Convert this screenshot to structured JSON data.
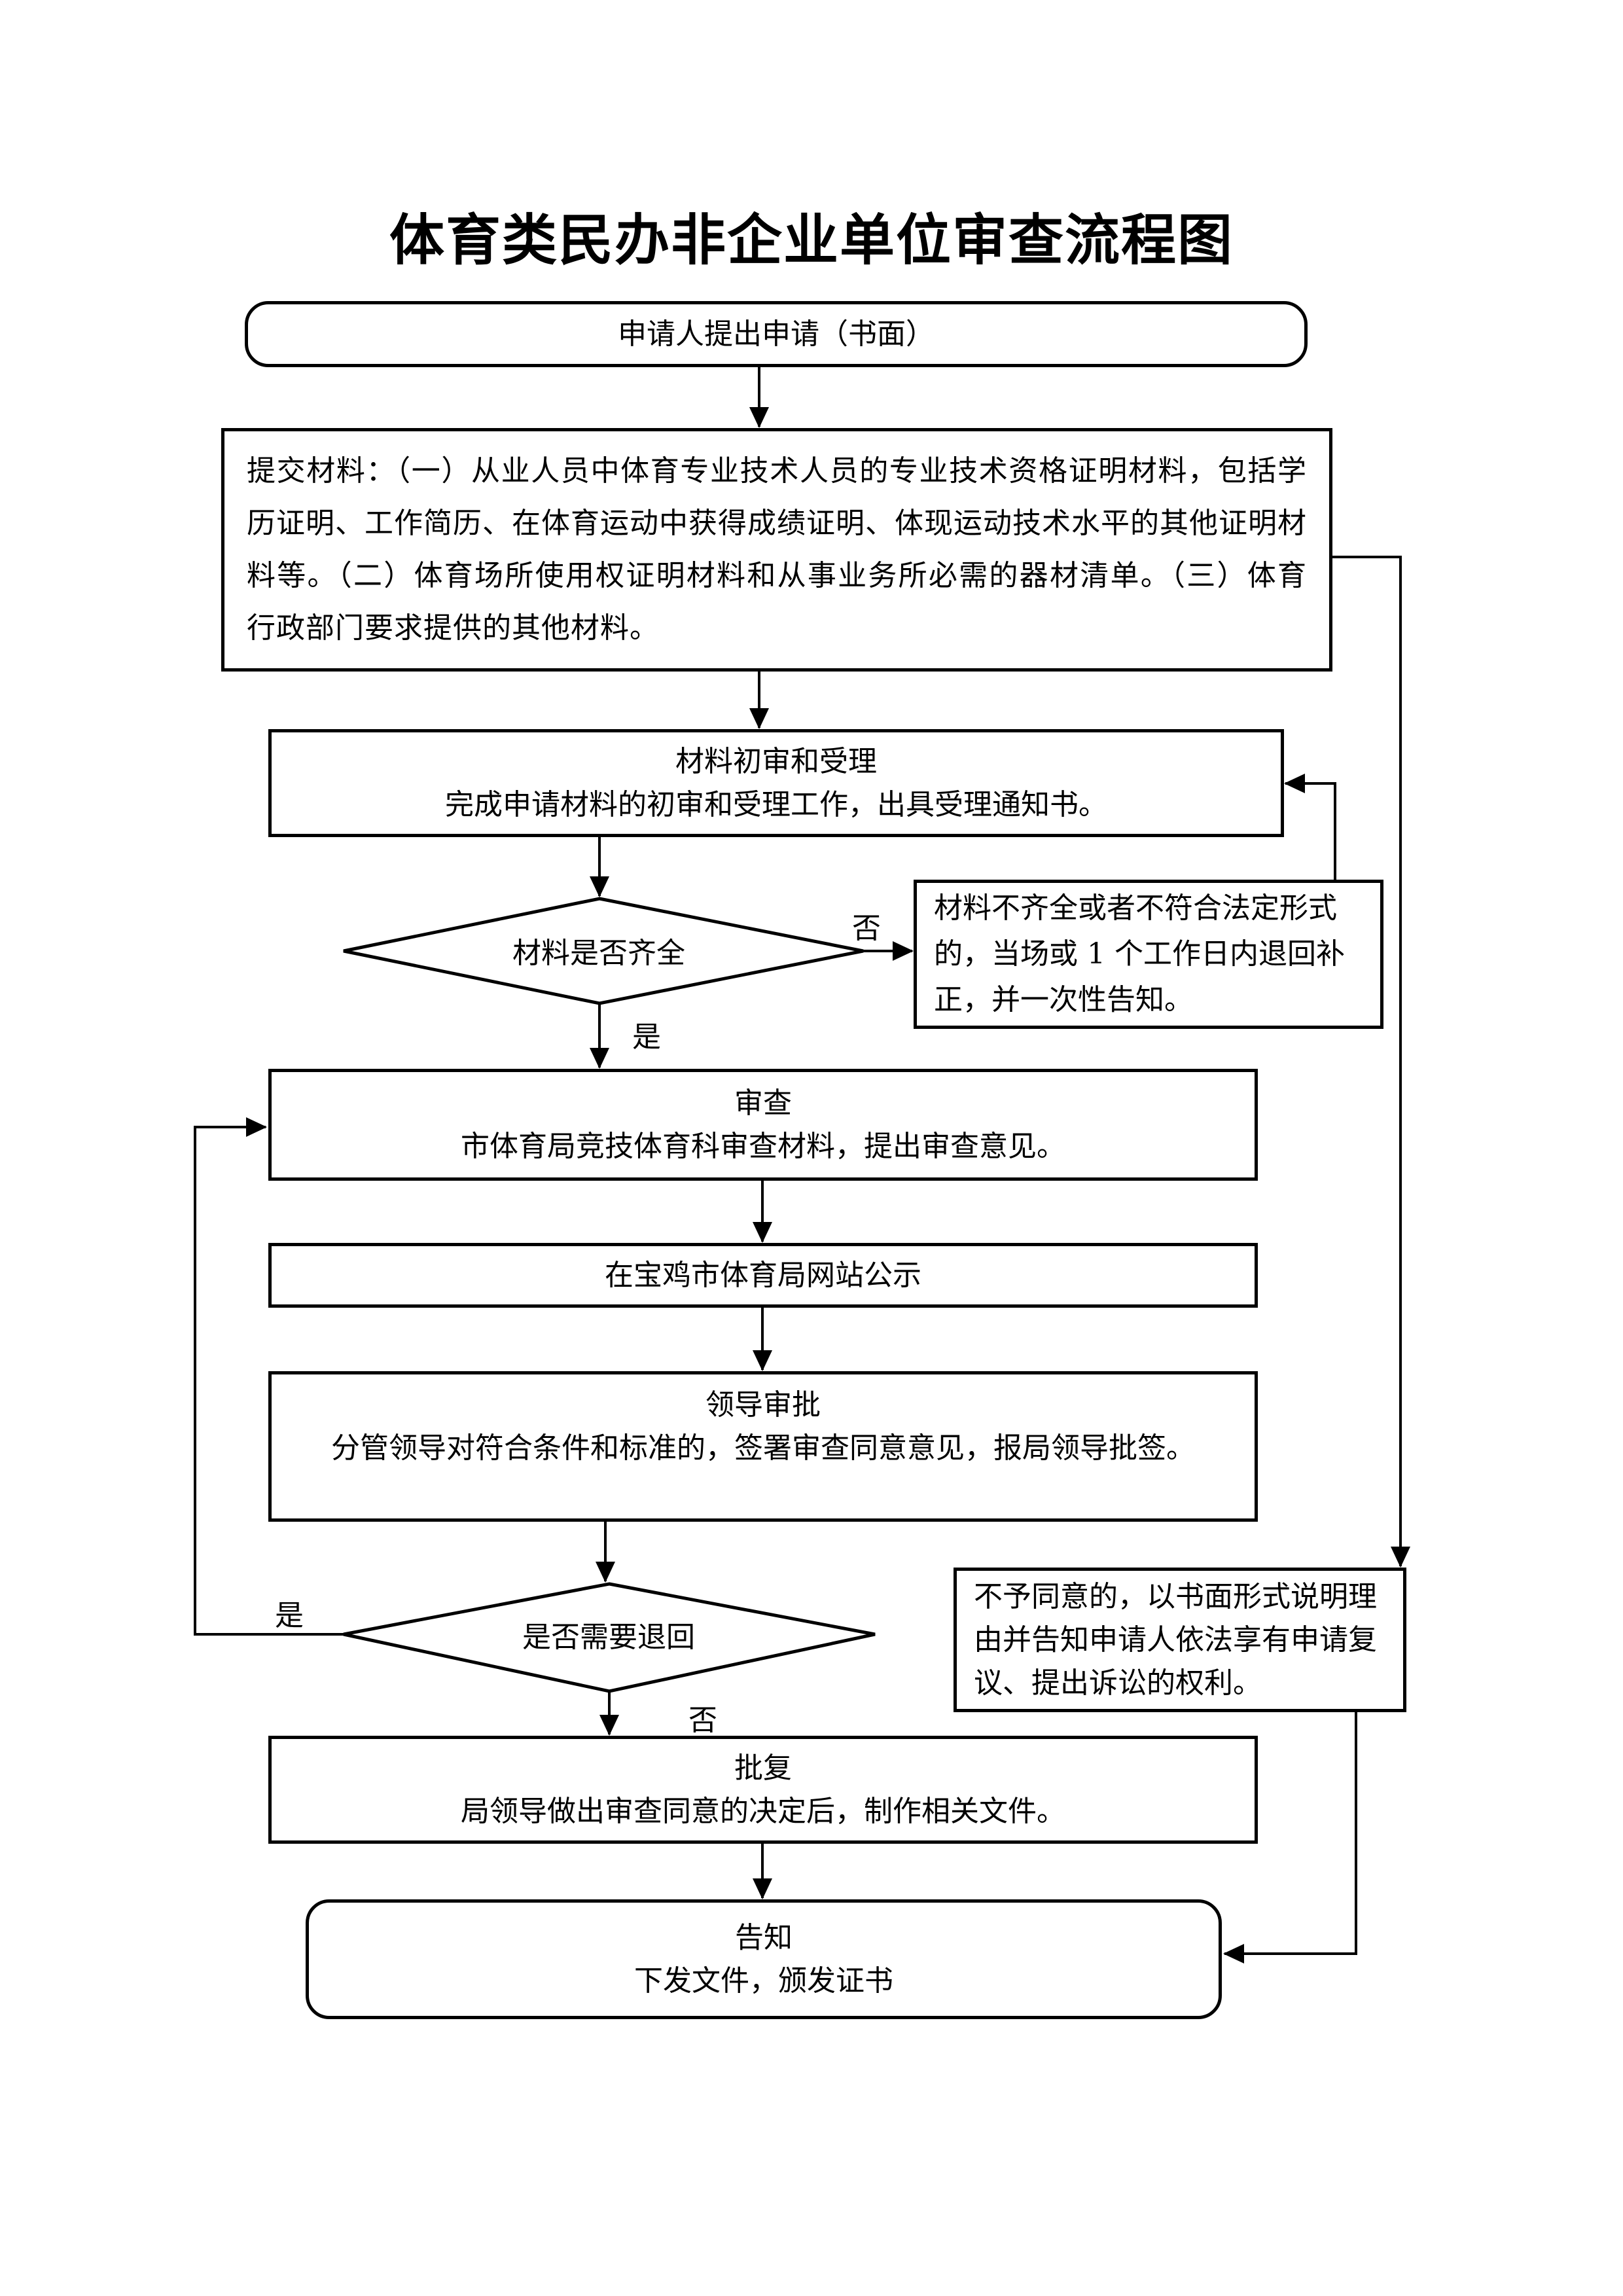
{
  "title": "体育类民办非企业单位审查流程图",
  "nodes": {
    "apply": {
      "text": "申请人提出申请（书面）"
    },
    "submit": {
      "text": "提交材料：（一）从业人员中体育专业技术人员的专业技术资格证明材料，包括学历证明、工作简历、在体育运动中获得成绩证明、体现运动技术水平的其他证明材料等。（二）体育场所使用权证明材料和从事业务所必需的器材清单。（三）体育行政部门要求提供的其他材料。"
    },
    "initial_review": {
      "title": "材料初审和受理",
      "desc": "完成申请材料的初审和受理工作，出具受理通知书。"
    },
    "decision_complete": {
      "text": "材料是否齐全"
    },
    "incomplete": {
      "text": "材料不齐全或者不符合法定形式的，当场或 1 个工作日内退回补正，并一次性告知。"
    },
    "review": {
      "title": "审查",
      "desc": "市体育局竞技体育科审查材料，提出审查意见。"
    },
    "publicize": {
      "text": "在宝鸡市体育局网站公示"
    },
    "leader_approval": {
      "title": "领导审批",
      "desc": "分管领导对符合条件和标准的，签署审查同意意见，报局领导批签。"
    },
    "decision_return": {
      "text": "是否需要退回"
    },
    "reject": {
      "text": "不予同意的，以书面形式说明理由并告知申请人依法享有申请复议、提出诉讼的权利。"
    },
    "reply": {
      "title": "批复",
      "desc": "局领导做出审查同意的决定后，制作相关文件。"
    },
    "notify": {
      "title": "告知",
      "desc": "下发文件，颁发证书"
    }
  },
  "edge_labels": {
    "complete_yes": "是",
    "complete_no": "否",
    "return_yes": "是",
    "return_no": "否"
  }
}
